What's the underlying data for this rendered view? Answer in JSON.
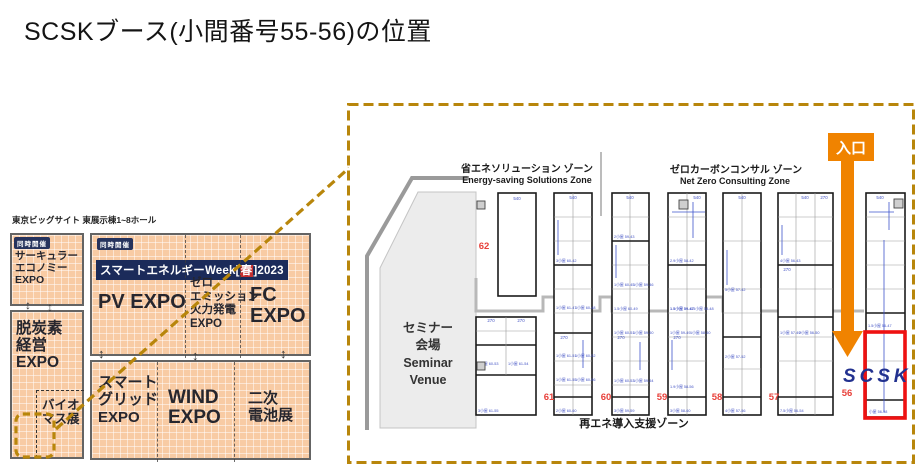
{
  "title": "SCSKブース(小間番号55-56)の位置",
  "overview": {
    "caption": "東京ビッグサイト 東展示棟1~8ホール",
    "co_badge": "同時開催",
    "banner": {
      "prefix": "スマートエネルギーWeek",
      "bracket_open": "[",
      "season": "春",
      "bracket_close": "]",
      "year": "2023"
    },
    "halls": {
      "circular": [
        "サーキュラー",
        "エコノミー",
        "EXPO"
      ],
      "decarb": [
        "脱炭素",
        "経営",
        "EXPO"
      ],
      "biomass": [
        "バイオ",
        "マス展"
      ],
      "pv": "PV EXPO",
      "zero": [
        "ゼロ",
        "エミッション",
        "火力発電",
        "EXPO"
      ],
      "fc": [
        "FC",
        "EXPO"
      ],
      "grid": [
        "スマート",
        "グリッド",
        "EXPO"
      ],
      "wind": [
        "WIND",
        "EXPO"
      ],
      "battery": [
        "二次",
        "電池展"
      ]
    }
  },
  "detail": {
    "zone_energy_jp": "省エネソリューション ゾーン",
    "zone_energy_en": "Energy-saving Solutions Zone",
    "zone_netzero_jp": "ゼロカーボンコンサル ゾーン",
    "zone_netzero_en": "Net Zero Consulting Zone",
    "zone_renewable": "再エネ導入支援ゾーン",
    "seminar": [
      "セミナー",
      "会場",
      "Seminar",
      "Venue"
    ],
    "entrance": "入口",
    "scsk": "SCSK",
    "aisles": [
      "62",
      "61",
      "60",
      "59",
      "58",
      "57",
      "56"
    ],
    "dim_540": "540",
    "dim_270": "270",
    "booths": [
      "3小屋 60-42",
      "1小屋 61-47",
      "1小屋 60-48",
      "1小屋 61-51",
      "1小屋 60-52",
      "1小屋 61-55",
      "1小屋 60-56",
      "2小屋 60-60",
      "2小屋 59-43",
      "1小屋 60-45",
      "1小屋 59-46",
      "1.5小屋 60-49",
      "1小屋 60-51",
      "1小屋 59-50",
      "1小屋 60-53",
      "1小屋 59-54",
      "3小屋 59-59",
      "2.9小屋 58-42",
      "1.5小屋 59-47",
      "1.5小屋 58-48",
      "1小屋 59-49",
      "1小屋 58-50",
      "1.9小屋 58-56",
      "3小屋 58-60",
      "5小屋 57-42",
      "2小屋 57-52",
      "4小屋 57-56",
      "4小屋 56-43",
      "1小屋 57-49",
      "2小屋 56-50",
      "7.5小屋 56-54",
      "1.5小屋 56-47",
      "1小屋 60-53",
      "1小屋 61-54",
      "3小屋 61-55",
      "小屋 56-58"
    ]
  },
  "colors": {
    "accent_orange": "#F08300",
    "gold_dashed": "#B8860B",
    "booth_red": "#EE1111",
    "scsk_navy": "#22318F",
    "map_salmon": "#F8CBA4",
    "banner_navy": "#1B2B5A",
    "aisle_red": "#E8403A"
  }
}
